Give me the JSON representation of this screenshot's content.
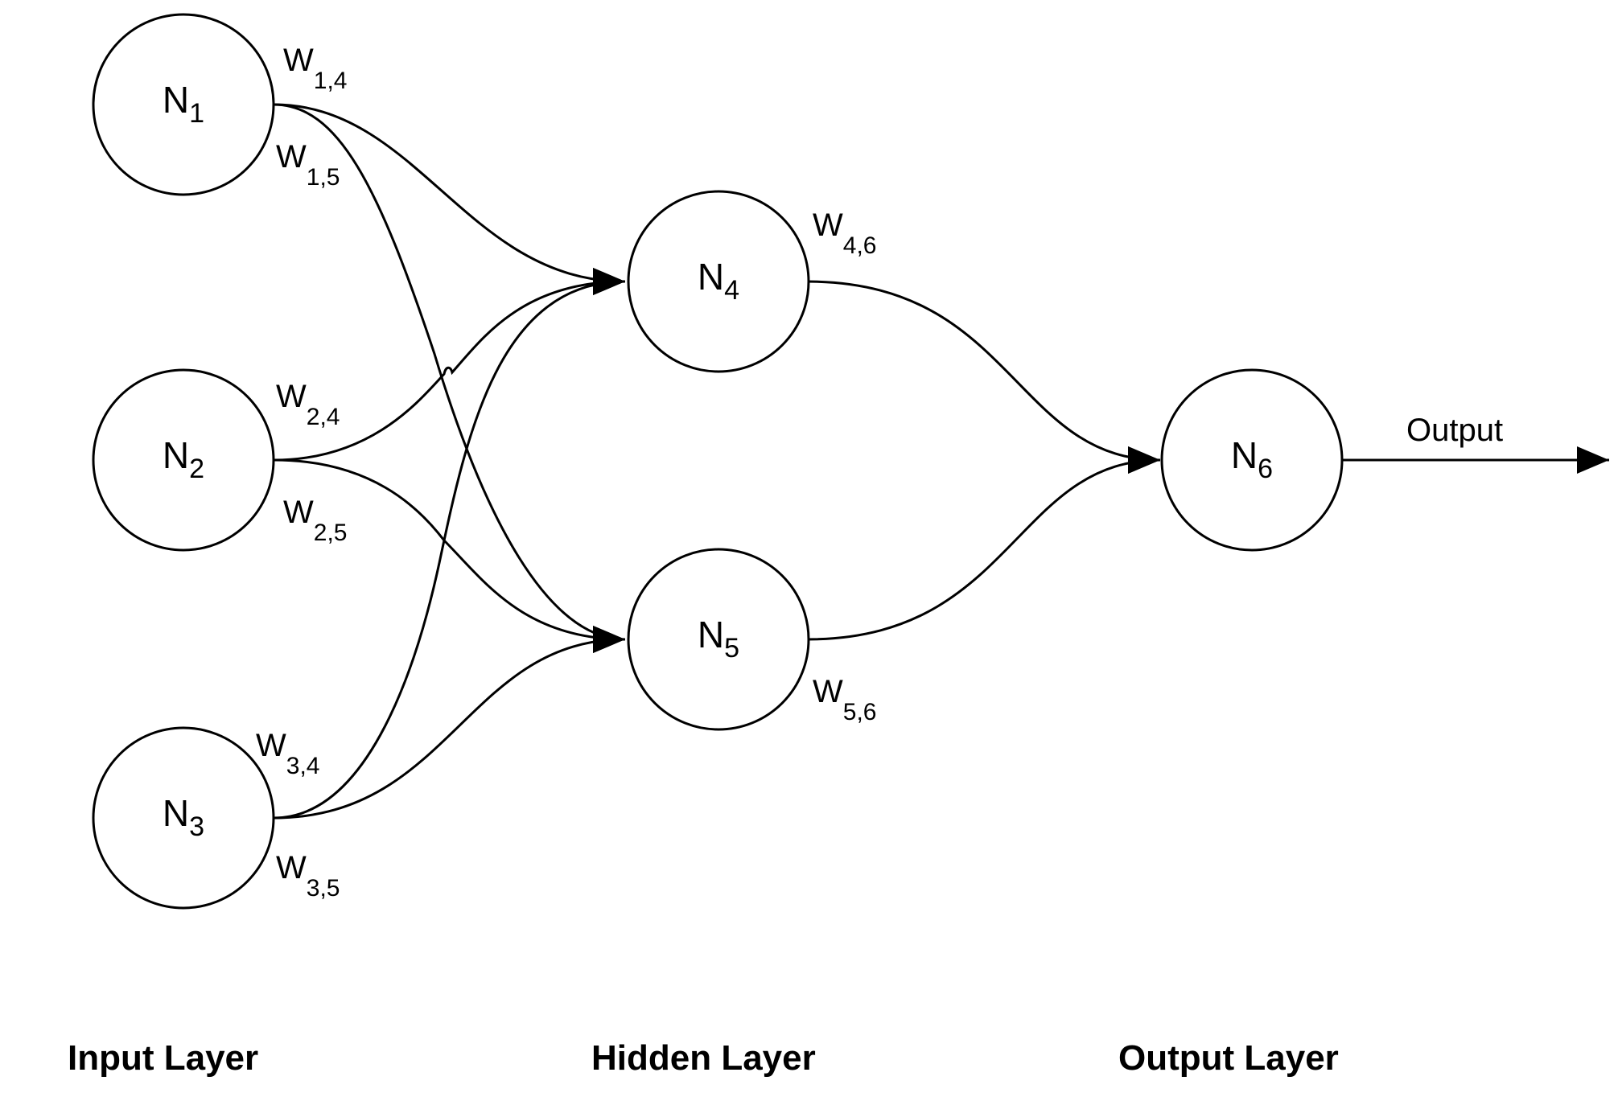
{
  "nodes": {
    "n1": {
      "main": "N",
      "sub": "1"
    },
    "n2": {
      "main": "N",
      "sub": "2"
    },
    "n3": {
      "main": "N",
      "sub": "3"
    },
    "n4": {
      "main": "N",
      "sub": "4"
    },
    "n5": {
      "main": "N",
      "sub": "5"
    },
    "n6": {
      "main": "N",
      "sub": "6"
    }
  },
  "weights": {
    "w14": {
      "main": "W",
      "sub": "1,4"
    },
    "w15": {
      "main": "W",
      "sub": "1,5"
    },
    "w24": {
      "main": "W",
      "sub": "2,4"
    },
    "w25": {
      "main": "W",
      "sub": "2,5"
    },
    "w34": {
      "main": "W",
      "sub": "3,4"
    },
    "w35": {
      "main": "W",
      "sub": "3,5"
    },
    "w46": {
      "main": "W",
      "sub": "4,6"
    },
    "w56": {
      "main": "W",
      "sub": "5,6"
    }
  },
  "output_label": "Output",
  "layers": {
    "input": "Input Layer",
    "hidden": "Hidden Layer",
    "output": "Output Layer"
  }
}
